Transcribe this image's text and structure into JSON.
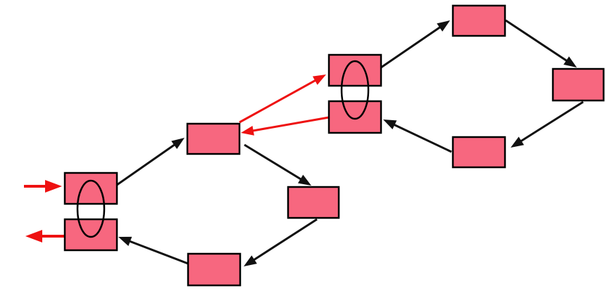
{
  "colors": {
    "node_fill": "#f7677f",
    "node_stroke": "#000000",
    "edge_black": "#111111",
    "edge_red": "#ee1111",
    "background": "#ffffff"
  },
  "diagram": {
    "nodes": [
      {
        "id": "left-pair-top"
      },
      {
        "id": "left-pair-bottom"
      },
      {
        "id": "lower-loop-top"
      },
      {
        "id": "lower-loop-right"
      },
      {
        "id": "lower-loop-bottom"
      },
      {
        "id": "mid-pair-top"
      },
      {
        "id": "mid-pair-bottom"
      },
      {
        "id": "upper-loop-top"
      },
      {
        "id": "upper-loop-right"
      },
      {
        "id": "upper-loop-bottom"
      }
    ],
    "edges": [
      {
        "from": "left-pair-top",
        "to": "lower-loop-top",
        "color": "black"
      },
      {
        "from": "lower-loop-top",
        "to": "lower-loop-right",
        "color": "black"
      },
      {
        "from": "lower-loop-right",
        "to": "lower-loop-bottom",
        "color": "black"
      },
      {
        "from": "lower-loop-bottom",
        "to": "left-pair-bottom",
        "color": "black"
      },
      {
        "from": "lower-loop-top",
        "to": "mid-pair-top",
        "color": "red"
      },
      {
        "from": "mid-pair-bottom",
        "to": "lower-loop-top",
        "color": "red"
      },
      {
        "from": "mid-pair-top",
        "to": "upper-loop-top",
        "color": "black"
      },
      {
        "from": "upper-loop-top",
        "to": "upper-loop-right",
        "color": "black"
      },
      {
        "from": "upper-loop-right",
        "to": "upper-loop-bottom",
        "color": "black"
      },
      {
        "from": "upper-loop-bottom",
        "to": "mid-pair-bottom",
        "color": "black"
      },
      {
        "from": "external-left",
        "to": "left-pair-top",
        "color": "red"
      },
      {
        "from": "left-pair-bottom",
        "to": "external-left",
        "color": "red"
      }
    ],
    "couplings": [
      {
        "nodes": [
          "left-pair-top",
          "left-pair-bottom"
        ]
      },
      {
        "nodes": [
          "mid-pair-top",
          "mid-pair-bottom"
        ]
      }
    ]
  }
}
